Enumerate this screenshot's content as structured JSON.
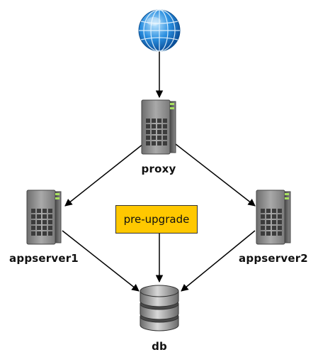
{
  "diagram": {
    "nodes": {
      "internet": {
        "label": "",
        "icon": "globe-icon"
      },
      "proxy": {
        "label": "proxy",
        "icon": "server-icon"
      },
      "appserver1": {
        "label": "appserver1",
        "icon": "server-icon"
      },
      "appserver2": {
        "label": "appserver2",
        "icon": "server-icon"
      },
      "db": {
        "label": "db",
        "icon": "database-icon"
      }
    },
    "note": {
      "text": "pre-upgrade",
      "color": "#ffc800"
    },
    "edges": [
      {
        "from": "internet",
        "to": "proxy"
      },
      {
        "from": "proxy",
        "to": "appserver1"
      },
      {
        "from": "proxy",
        "to": "appserver2"
      },
      {
        "from": "appserver1",
        "to": "db"
      },
      {
        "from": "appserver2",
        "to": "db"
      },
      {
        "from": "note",
        "to": "db"
      }
    ],
    "colors": {
      "edge": "#000000",
      "globe": "#2a8fe0",
      "server": "#8a8a8a",
      "server_led": "#a8e060",
      "database": "#b0b0b0"
    }
  }
}
